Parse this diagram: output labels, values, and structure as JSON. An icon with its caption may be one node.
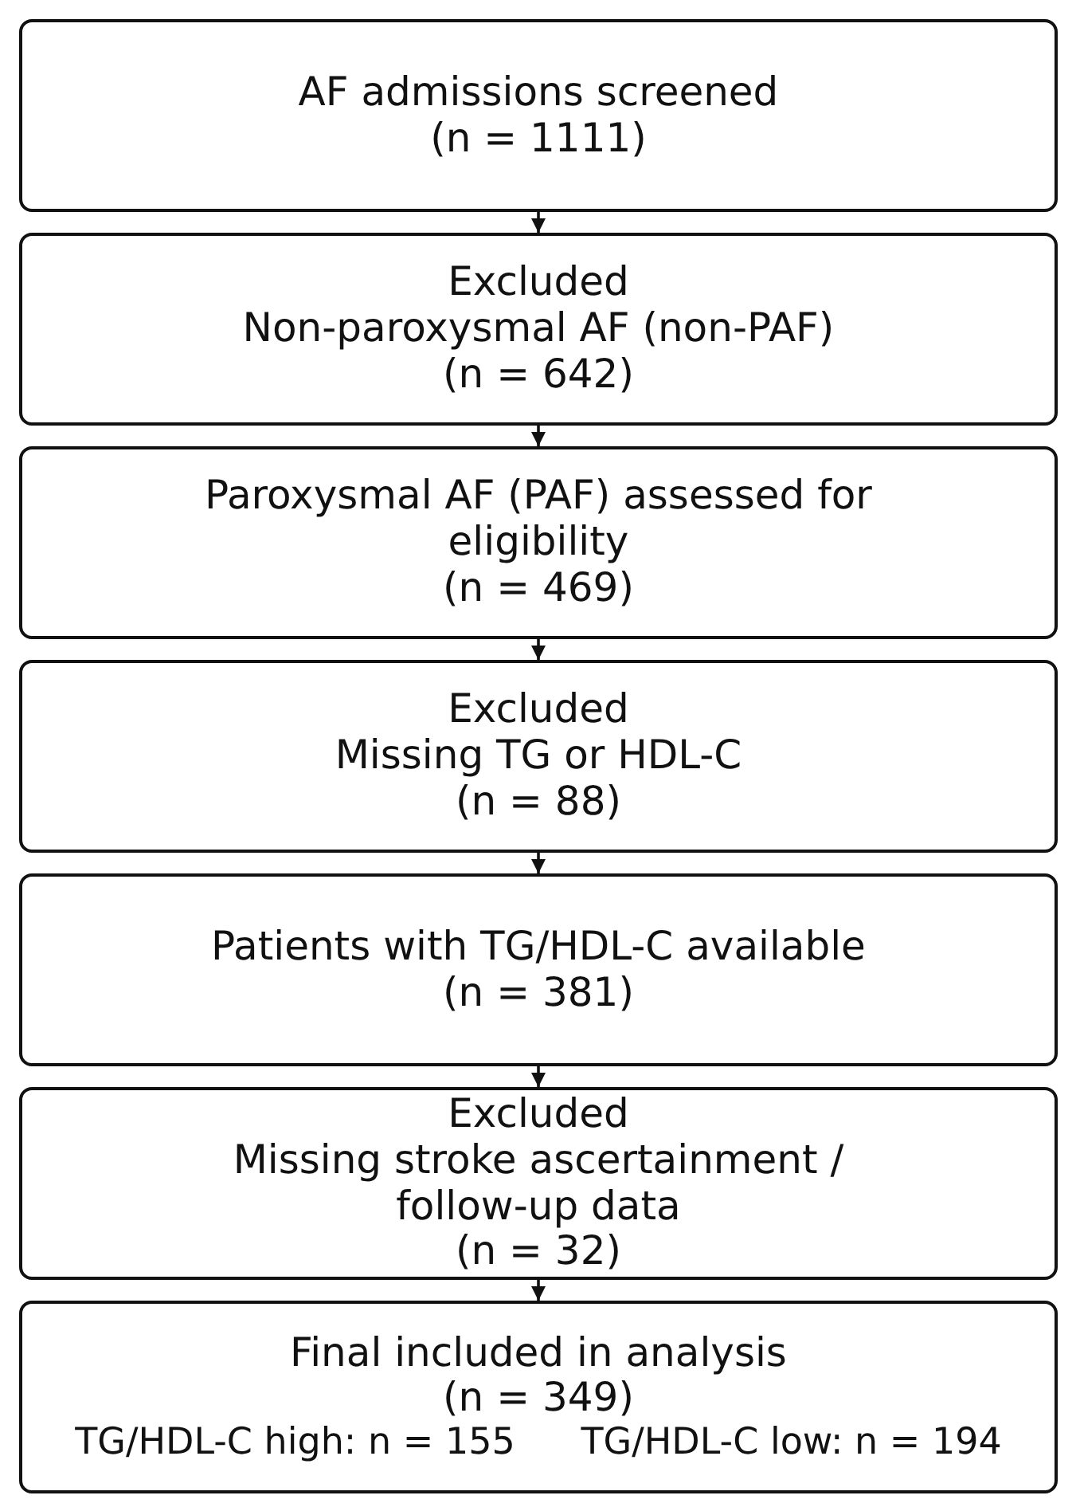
{
  "diagram": {
    "nodes": [
      {
        "text": [
          "AF admissions screened",
          "(n = 1111)"
        ]
      },
      {
        "text": [
          "Excluded",
          "Non-paroxysmal AF (non-PAF)",
          "(n = 642)"
        ]
      },
      {
        "text": [
          "Paroxysmal AF (PAF) assessed for eligibility",
          "(n = 469)"
        ]
      },
      {
        "text": [
          "Excluded",
          "Missing TG or HDL-C",
          "(n = 88)"
        ]
      },
      {
        "text": [
          "Patients with TG/HDL-C available",
          "(n = 381)"
        ]
      },
      {
        "text": [
          "Excluded",
          "Missing stroke ascertainment / follow-up data",
          "(n = 32)"
        ]
      },
      {
        "text": [
          "Final included in analysis",
          "(n = 349)",
          "TG/HDL-C high: n = 155",
          "TG/HDL-C low: n = 194"
        ]
      }
    ],
    "edges": [
      {
        "from": 0,
        "to": 1,
        "arrow": "to"
      },
      {
        "from": 1,
        "to": 2,
        "arrow": "to"
      },
      {
        "from": 2,
        "to": 3,
        "arrow": "to"
      },
      {
        "from": 3,
        "to": 4,
        "arrow": "to"
      },
      {
        "from": 4,
        "to": 5,
        "arrow": "to"
      },
      {
        "from": 5,
        "to": 6,
        "arrow": "to"
      }
    ]
  }
}
